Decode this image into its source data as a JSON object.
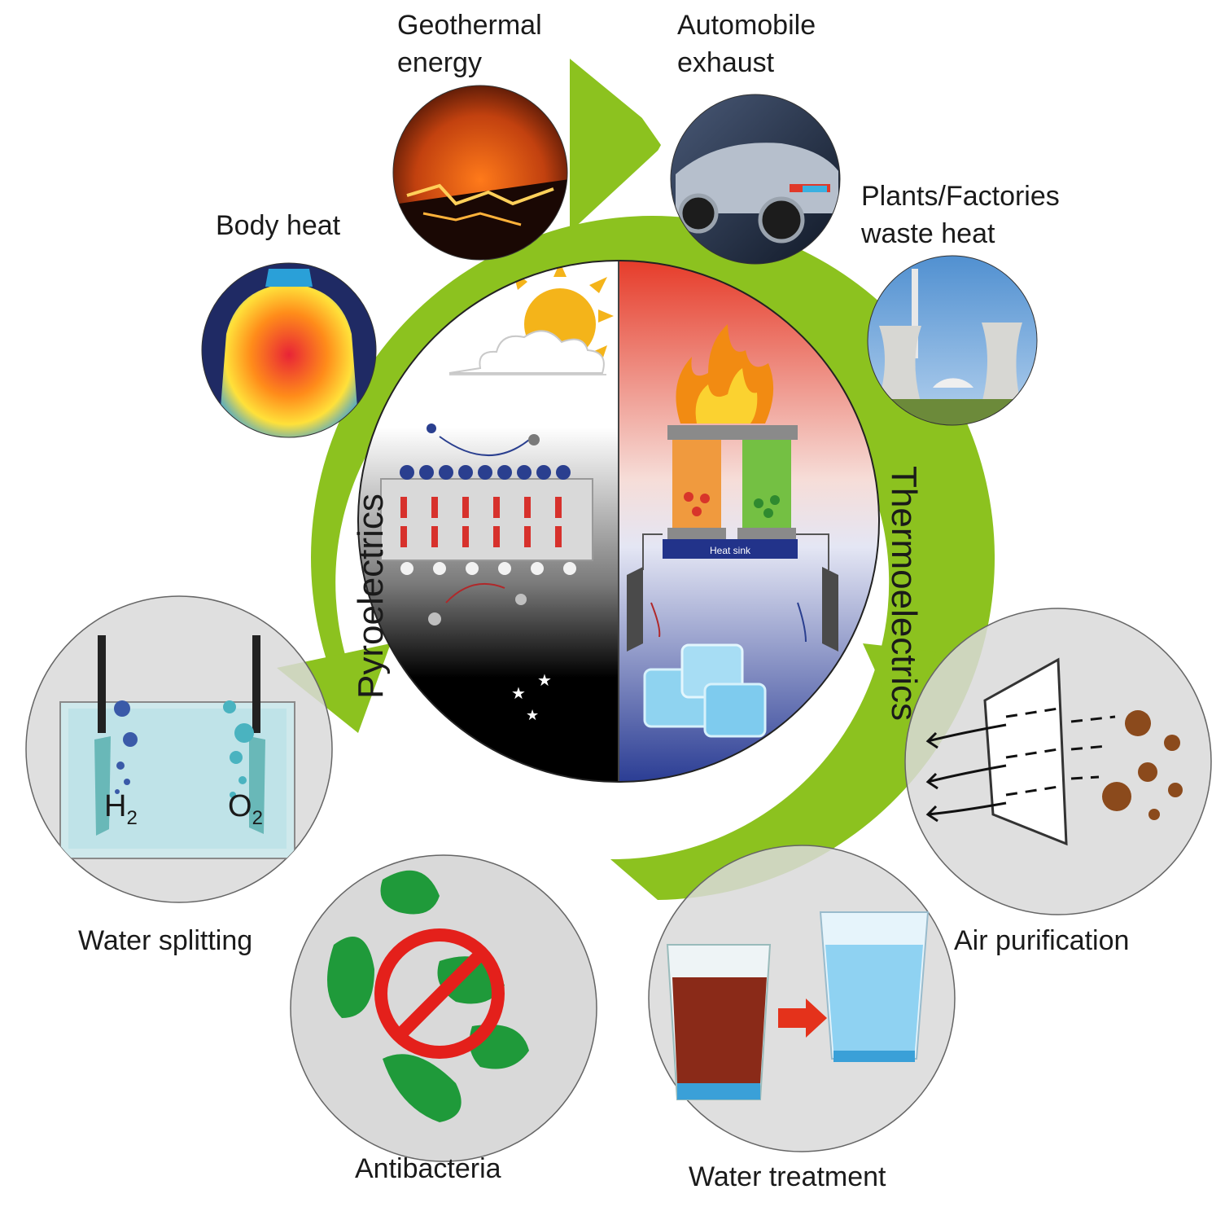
{
  "labels": {
    "geothermal": [
      "Geothermal",
      "energy"
    ],
    "automobile": [
      "Automobile",
      "exhaust"
    ],
    "plants": [
      "Plants/Factories",
      "waste heat"
    ],
    "body_heat": "Body heat",
    "water_splitting": "Water splitting",
    "antibacteria": "Antibacteria",
    "water_treatment": "Water treatment",
    "air_purification": "Air purification"
  },
  "center": {
    "left_title": "Pyroelectrics",
    "right_title": "Thermoelectrics",
    "heat_sink": "Heat sink"
  },
  "water_splitting_gases": {
    "h": "H",
    "h_sub": "2",
    "o": "O",
    "o_sub": "2"
  },
  "colors": {
    "ring": "#8cc21f",
    "hot": "#e8392a",
    "cold": "#2a3c93",
    "inset_bg": "#d9d9d9"
  }
}
